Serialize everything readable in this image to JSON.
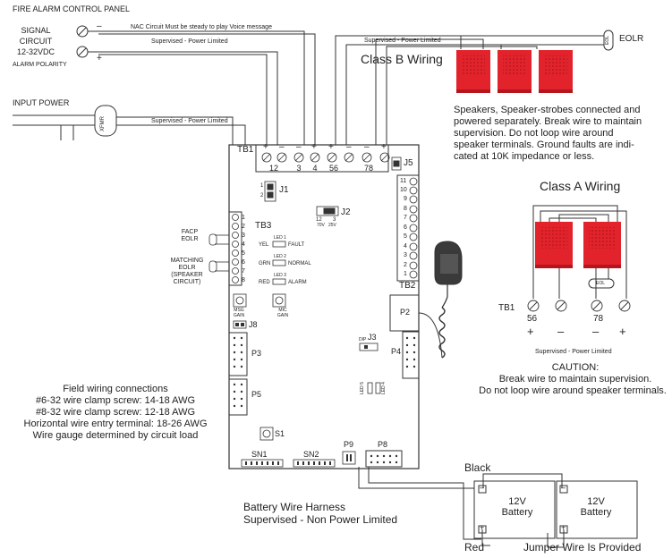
{
  "facp": {
    "title": "FIRE ALARM CONTROL PANEL",
    "signal_circuit": [
      "SIGNAL",
      "CIRCUIT",
      "12-32VDC"
    ],
    "alarm_polarity": "ALARM POLARITY",
    "minus": "–",
    "plus": "+",
    "nac_note": "NAC Circuit Must be steady to play Voice message",
    "supervised_pl": "Supervised - Power Limited"
  },
  "input_power": {
    "label": "INPUT POWER",
    "xfmr": "XFMR",
    "supervised_pl": "Supervised - Power Limited"
  },
  "class_b": {
    "title": "Class B Wiring",
    "supervised_pl": "Supervised - Power Limited",
    "eolr": "EOLR",
    "eol": "EOL",
    "note": [
      "Speakers, Speaker-strobes connected and",
      "powered separately. Break wire to maintain",
      "supervision. Do not loop wire around",
      "speaker terminals. Ground faults are indi-",
      "cated at 10K impedance or less."
    ]
  },
  "class_a": {
    "title": "Class A Wiring",
    "tb1": "TB1",
    "t56": "56",
    "t78": "78",
    "eol": "EOL",
    "plus": "+",
    "minus": "–",
    "supervised_pl": "Supervised - Power Limited",
    "caution_title": "CAUTION:",
    "caution_lines": [
      "Break wire to maintain supervision.",
      "Do not loop wire around speaker terminals."
    ]
  },
  "board": {
    "tb1": "TB1",
    "tb1_numbers": [
      "12",
      "3",
      "4",
      "56",
      "78"
    ],
    "tb1_signs": [
      "+",
      "–",
      "–",
      "+",
      "+",
      "–",
      "–",
      "+"
    ],
    "j5": "J5",
    "j1": "J1",
    "j1_pins": [
      "1",
      "2"
    ],
    "j2": "J2",
    "j2_pins": [
      "12",
      "3"
    ],
    "j2_volts": [
      "70V",
      "25V"
    ],
    "tb3": "TB3",
    "tb3_pins": [
      "1",
      "2",
      "3",
      "4",
      "5",
      "6",
      "7",
      "8"
    ],
    "tb2": "TB2",
    "tb2_pins": [
      "11",
      "10",
      "9",
      "8",
      "7",
      "6",
      "5",
      "4",
      "3",
      "2",
      "1"
    ],
    "leds": [
      {
        "color": "YEL",
        "id": "LED 1",
        "label": "FAULT"
      },
      {
        "color": "GRN",
        "id": "LED 2",
        "label": "NORMAL"
      },
      {
        "color": "RED",
        "id": "LED 3",
        "label": "ALARM"
      }
    ],
    "msg_gain": [
      "MSG",
      "GAIN"
    ],
    "mic_gain": [
      "MIC",
      "GAIN"
    ],
    "j8": "J8",
    "p3": "P3",
    "p5": "P5",
    "p2": "P2",
    "j3": "J3",
    "j3_dip": "DIP",
    "p4": "P4",
    "led_side": [
      "LED 5",
      "LED 4"
    ],
    "s1": "S1",
    "sn1": "SN1",
    "sn2": "SN2",
    "p9": "P9",
    "p8": "P8"
  },
  "left_labels": {
    "facp_eolr": [
      "FACP",
      "EOLR"
    ],
    "matching_eolr": [
      "MATCHING",
      "EOLR",
      "(SPEAKER",
      "CIRCUIT)"
    ]
  },
  "field_wiring": {
    "title": "Field wiring connections",
    "lines": [
      "#6-32 wire clamp screw: 14-18 AWG",
      "#8-32 wire clamp screw: 12-18 AWG",
      "Horizontal wire entry terminal: 18-26 AWG",
      "Wire gauge determined by circuit load"
    ]
  },
  "battery": {
    "harness": [
      "Battery Wire Harness",
      "Supervised - Non Power Limited"
    ],
    "black": "Black",
    "red": "Red",
    "jumper": "Jumper Wire Is Provided",
    "battery_label": [
      "12V",
      "Battery"
    ],
    "minus": "–",
    "plus": "+"
  },
  "colors": {
    "speaker_red": "#e2232c",
    "speaker_dark": "#b5161e",
    "line": "#333333"
  }
}
